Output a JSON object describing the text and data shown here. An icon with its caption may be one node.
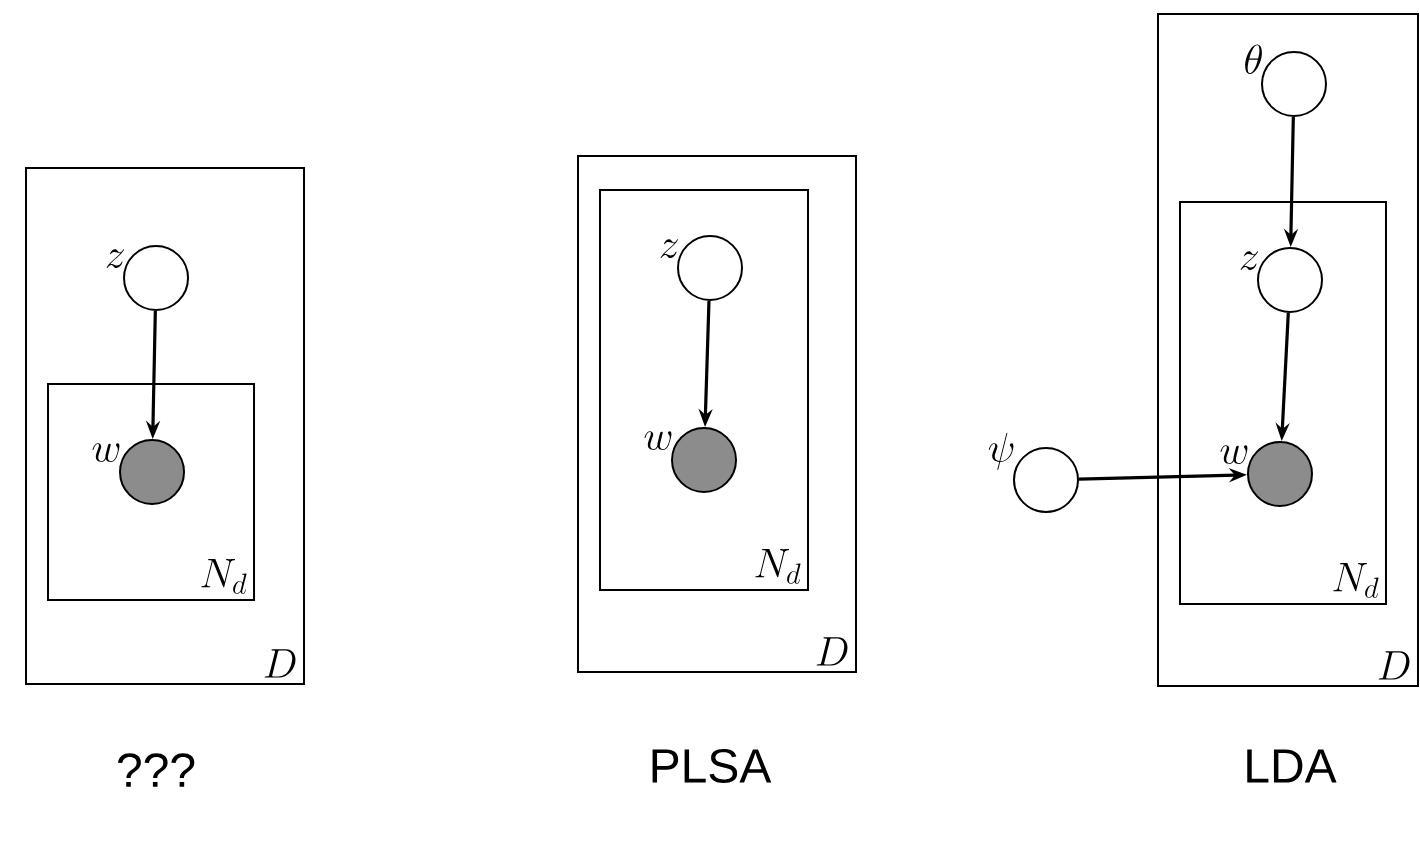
{
  "diagram": {
    "nodes": [
      {
        "text": [
          "D"
        ]
      },
      {
        "text": [],
        "shape": "circle",
        "beside": [
          "z"
        ],
        "in": 0
      },
      {
        "text": [
          "N_d"
        ],
        "in": 0
      },
      {
        "text": [],
        "shape": "circle",
        "beside": [
          "w"
        ],
        "in": 2
      },
      {
        "text": [
          "D"
        ]
      },
      {
        "text": [
          "N_d"
        ],
        "in": 4
      },
      {
        "text": [],
        "shape": "circle",
        "beside": [
          "z"
        ],
        "in": 5
      },
      {
        "text": [],
        "shape": "circle",
        "beside": [
          "w"
        ],
        "in": 5
      },
      {
        "text": [
          "D"
        ]
      },
      {
        "text": [],
        "shape": "circle",
        "beside": [
          "\\theta"
        ],
        "in": 8
      },
      {
        "text": [
          "N_d"
        ],
        "in": 8
      },
      {
        "text": [],
        "shape": "circle",
        "beside": [
          "z"
        ],
        "in": 10
      },
      {
        "text": [],
        "shape": "circle",
        "beside": [
          "w"
        ],
        "in": 10
      },
      {
        "text": [],
        "shape": "circle",
        "beside": [
          "\\psi"
        ]
      }
    ],
    "edges": [
      {
        "from": 1,
        "to": 3,
        "arrow": "to"
      },
      {
        "from": 6,
        "to": 7,
        "arrow": "to"
      },
      {
        "from": 9,
        "to": 11,
        "arrow": "to"
      },
      {
        "from": 11,
        "to": 12,
        "arrow": "to"
      },
      {
        "from": 13,
        "to": 12,
        "arrow": "to"
      }
    ],
    "labels": [
      "???",
      "PLSA",
      "LDA"
    ]
  }
}
